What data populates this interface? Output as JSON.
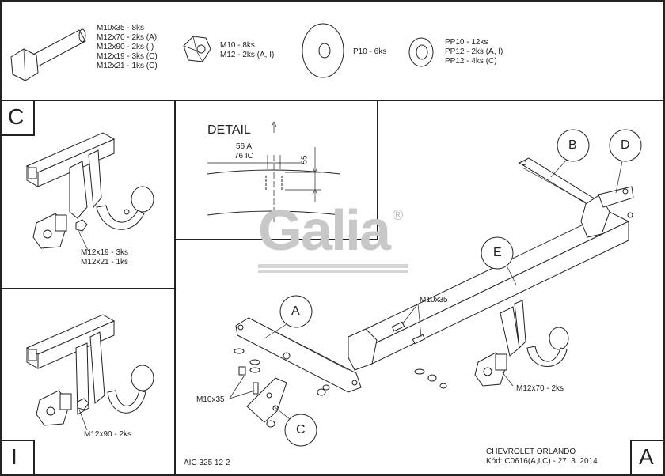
{
  "hardware": {
    "bolt_lines": [
      "M10x35 - 8ks",
      "M12x70 - 2ks (A)",
      "M12x90 - 2ks (I)",
      "M12x19 - 3ks (C)",
      "M12x21 - 1ks (C)"
    ],
    "nut_lines": [
      "M10 - 8ks",
      "M12 - 2ks (A, I)"
    ],
    "washer_lines": [
      "P10 - 6ks"
    ],
    "spring_lines": [
      "PP10 - 12ks",
      "PP12 - 2ks (A, I)",
      "PP12 - 4ks (C)"
    ]
  },
  "panel_c": {
    "corner_label": "C",
    "bolt_lines": [
      "M12x19 - 3ks",
      "M12x21 - 1ks"
    ]
  },
  "panel_i": {
    "corner_label": "I",
    "bolt_label": "M12x90 - 2ks"
  },
  "detail": {
    "title": "DETAIL",
    "label_56": "56 A",
    "label_76": "76 IC",
    "dim_55": "55"
  },
  "main": {
    "watermark": "Galia",
    "watermark_reg": "®",
    "callouts": [
      "A",
      "B",
      "C",
      "D",
      "E"
    ],
    "m10x35_top": "M10x35",
    "m10x35_left": "M10x35",
    "m12x70": "M12x70 - 2ks",
    "drawing_code": "AIC 325 12 2",
    "vehicle": "CHEVROLET ORLANDO",
    "code_line": "Kód: C0616(A,I,C) - 27. 3. 2014",
    "corner_label": "A"
  }
}
